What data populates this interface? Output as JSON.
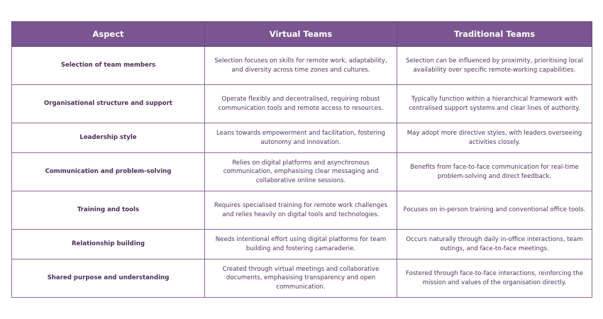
{
  "table": {
    "headers": [
      "Aspect",
      "Virtual Teams",
      "Traditional Teams"
    ],
    "rows": [
      {
        "aspect": "Selection of team members",
        "virtual": "Selection focuses on skills for remote work, adaptability, and diversity across time zones and cultures.",
        "traditional": "Selection can be influenced by proximity, prioritising local availability over specific remote-working capabilities."
      },
      {
        "aspect": "Organisational structure and support",
        "virtual": "Operate flexibly and decentralised, requiring robust communication tools and remote access to resources.",
        "traditional": "Typically function within a hierarchical framework with centralised support systems and clear lines of authority."
      },
      {
        "aspect": "Leadership style",
        "virtual": "Leans towards empowerment and facilitation, fostering autonomy and innovation.",
        "traditional": "May adopt more directive styles, with leaders overseeing activities closely."
      },
      {
        "aspect": "Communication and problem-solving",
        "virtual": "Relies on digital platforms and asynchronous communication, emphasising clear messaging and collaborative online sessions.",
        "traditional": "Benefits from face-to-face communication for real-time problem-solving and direct feedback."
      },
      {
        "aspect": "Training and tools",
        "virtual": "Requires specialised training for remote work challenges and relies heavily on digital tools and technologies.",
        "traditional": "Focuses on in-person training and conventional office tools."
      },
      {
        "aspect": "Relationship building",
        "virtual": "Needs intentional effort using digital platforms for team building and fostering camaraderie.",
        "traditional": "Occurs naturally through daily in-office interactions, team outings, and face-to-face meetings."
      },
      {
        "aspect": "Shared purpose and understanding",
        "virtual": "Created through virtual meetings and collaborative documents, emphasising transparency and open communication.",
        "traditional": "Fostered through face-to-face interactions, reinforcing the mission and values of the organisation directly."
      }
    ]
  },
  "colors": {
    "header_bg": "#7b5591",
    "header_text": "#ffffff",
    "body_text": "#51305f",
    "border": "#8c6aa0"
  }
}
